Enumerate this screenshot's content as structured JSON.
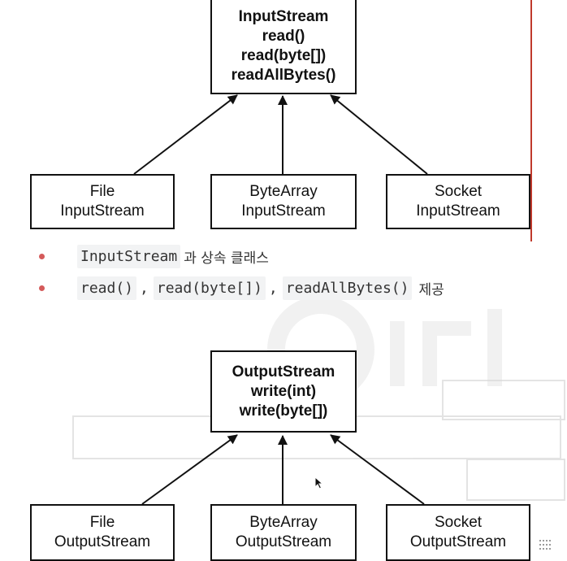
{
  "diagram": {
    "input_root": {
      "title": "InputStream",
      "methods": [
        "read()",
        "read(byte[])",
        "readAllBytes()"
      ]
    },
    "input_children": [
      {
        "line1": "File",
        "line2": "InputStream"
      },
      {
        "line1": "ByteArray",
        "line2": "InputStream"
      },
      {
        "line1": "Socket",
        "line2": "InputStream"
      }
    ],
    "output_root": {
      "title": "OutputStream",
      "methods": [
        "write(int)",
        "write(byte[])"
      ]
    },
    "output_children": [
      {
        "line1": "File",
        "line2": "OutputStream"
      },
      {
        "line1": "ByteArray",
        "line2": "OutputStream"
      },
      {
        "line1": "Socket",
        "line2": "OutputStream"
      }
    ]
  },
  "bullets": {
    "item1": {
      "code": "InputStream",
      "text": "과 상속 클래스"
    },
    "item2": {
      "codes": [
        "read()",
        "read(byte[])",
        "readAllBytes()"
      ],
      "sep": ",",
      "text": "제공"
    }
  },
  "colors": {
    "accent_line": "#c0392b",
    "bullet_dot": "#d45a5a"
  }
}
